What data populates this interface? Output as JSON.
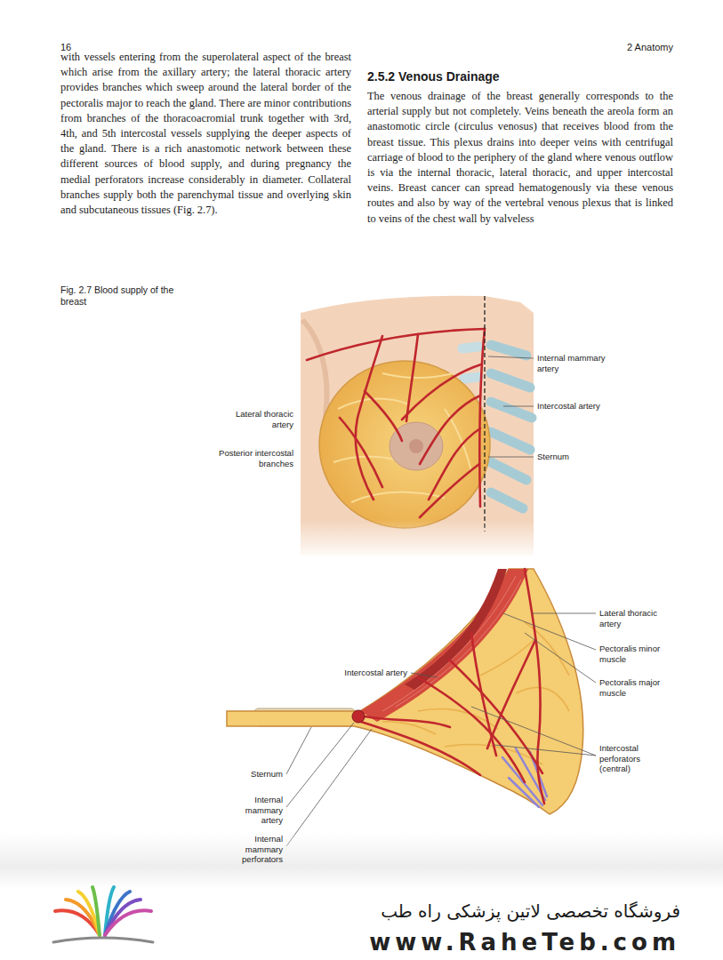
{
  "diagram": {
    "caption": "Fig. 2.7 Blood supply of the breast",
    "labels": [
      "16",
      "2 Anatomy",
      "with vessels entering from the superolateral aspect of the breast which arise from the axillary artery; the lateral thoracic artery provides branches which sweep around the lateral border of the pectoralis major to reach the gland. There are minor contributions from branches of the thoracoacromial trunk together with 3rd, 4th, and 5th intercostal vessels supplying the deeper aspects of the gland. There is a rich anastomotic network between these different sources of blood supply, and during pregnancy the medial perforators increase considerably in diameter. Collateral branches supply both the parenchymal tissue and overlying skin and subcutaneous tissues (Fig. 2.7).",
      "2.5.2 Venous Drainage",
      "The venous drainage of the breast generally corresponds to the arterial supply but not completely. Veins beneath the areola form an anastomotic circle (circulus venosus) that receives blood from the breast tissue. This plexus drains into deeper veins with centrifugal carriage of blood to the periphery of the gland where venous outflow is via the internal thoracic, lateral thoracic, and upper intercostal veins. Breast cancer can spread hematogenously via these venous routes and also by way of the vertebral venous plexus that is linked to veins of the chest wall by valveless",
      "Internal mammary artery",
      "Intercostal artery",
      "Sternum",
      "Lateral thoracic artery",
      "Posterior intercostal branches",
      "Lateral thoracic artery",
      "Pectoralis minor muscle",
      "Pectoralis major muscle",
      "Intercostal artery",
      "Intercostal perforators (central)",
      "Sternum",
      "Internal mammary artery",
      "Internal mammary perforators",
      "فروشگاه تخصصی لاتین پزشکی راه طب",
      "www.RaheTeb.com"
    ]
  }
}
